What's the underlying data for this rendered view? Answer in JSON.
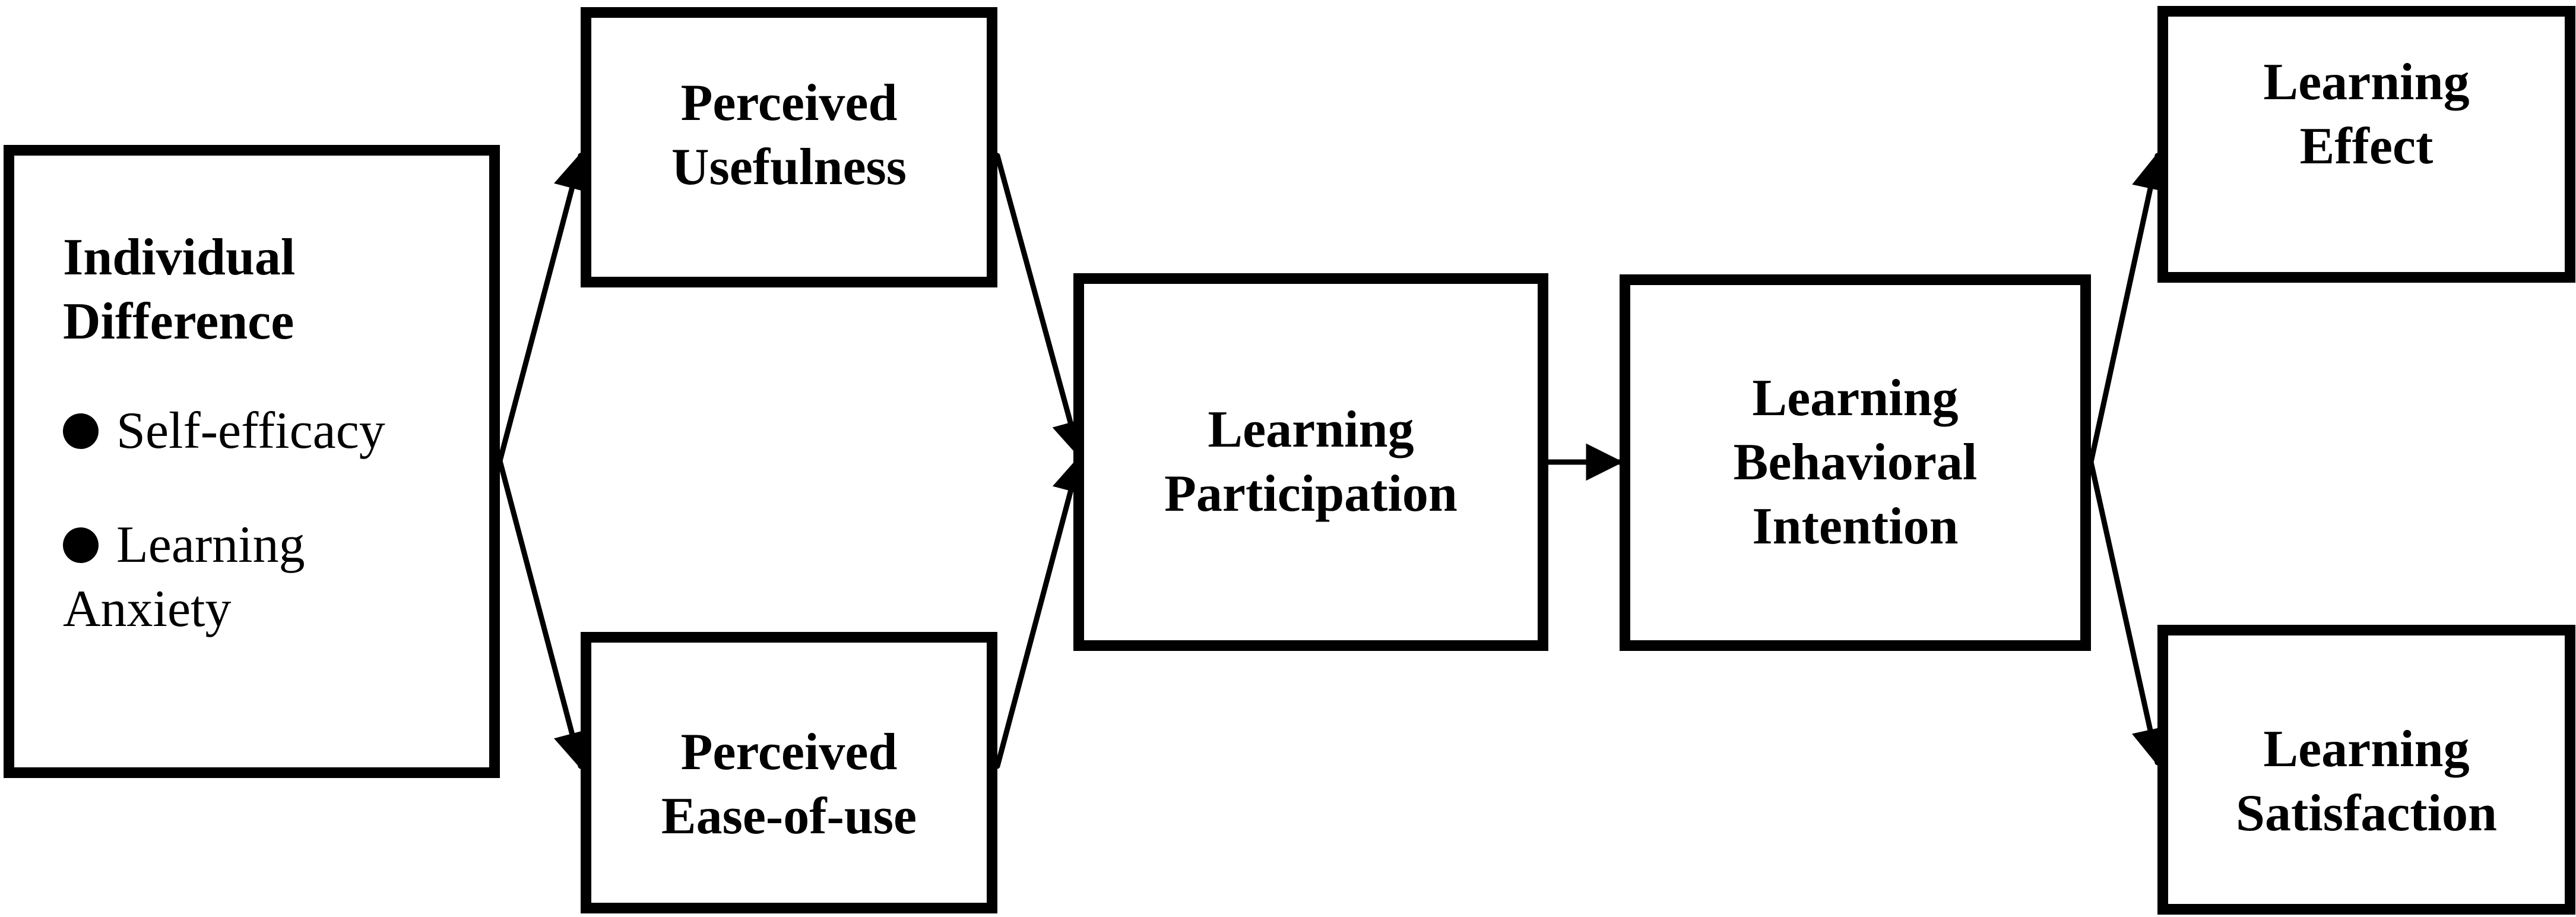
{
  "diagram": {
    "individual": {
      "title": [
        "Individual",
        "Difference"
      ],
      "bullets": [
        "Self-efficacy",
        "Learning",
        "Anxiety"
      ]
    },
    "perceived_usefulness": [
      "Perceived",
      "Usefulness"
    ],
    "perceived_ease_of_use": [
      "Perceived",
      "Ease-of-use"
    ],
    "learning_participation": [
      "Learning",
      "Participation"
    ],
    "learning_behavioral_intention": [
      "Learning",
      "Behavioral",
      "Intention"
    ],
    "learning_effect": [
      "Learning",
      "Effect"
    ],
    "learning_satisfaction": [
      "Learning",
      "Satisfaction"
    ],
    "colors": {
      "stroke": "#000000",
      "background": "#ffffff"
    }
  }
}
